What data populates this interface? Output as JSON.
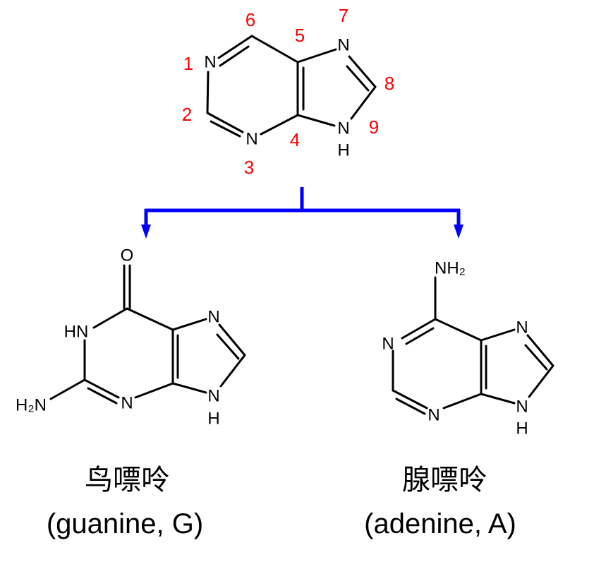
{
  "purine": {
    "atoms": {
      "n1": "N",
      "n3": "N",
      "n7": "N",
      "n9": "N",
      "h9": "H"
    },
    "numbers": [
      "1",
      "2",
      "3",
      "4",
      "5",
      "6",
      "7",
      "8",
      "9"
    ]
  },
  "guanine": {
    "atoms": {
      "o": "O",
      "n1": "HN",
      "nh2": "H₂N",
      "n3": "N",
      "n7": "N",
      "n9": "N",
      "h9": "H"
    },
    "name_cn": "鸟嘌呤",
    "name_en": "(guanine, G)"
  },
  "adenine": {
    "atoms": {
      "nh2": "NH₂",
      "n1": "N",
      "n3": "N",
      "n7": "N",
      "n9": "N",
      "h9": "H"
    },
    "name_cn": "腺嘌呤",
    "name_en": "(adenine, A)"
  },
  "colors": {
    "arrow": "#0000ff",
    "numbers": "#ff0000",
    "bonds": "#000000"
  }
}
